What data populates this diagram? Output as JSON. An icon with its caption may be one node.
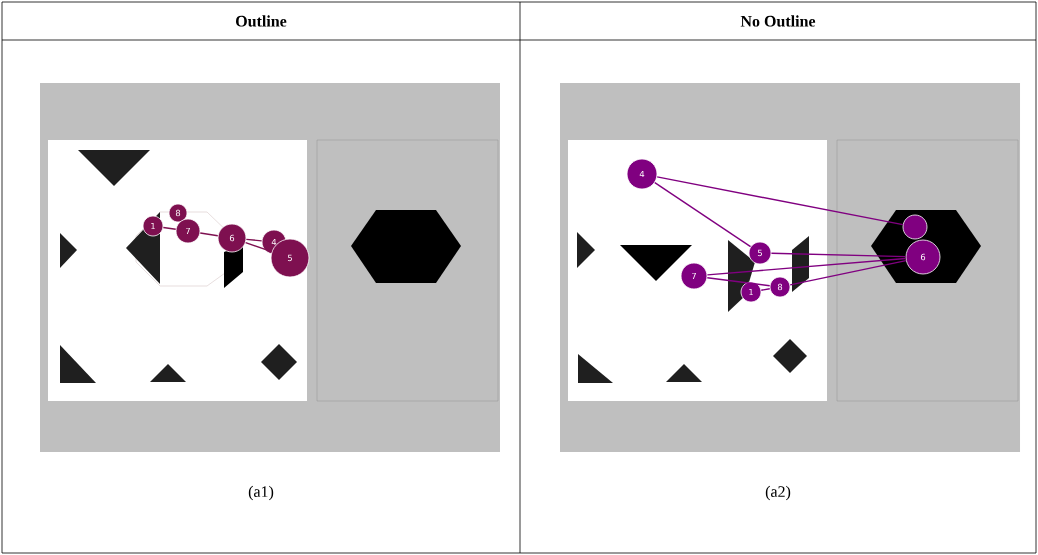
{
  "diagram": {
    "nodes": [
      {
        "text": [
          "1"
        ]
      },
      {
        "text": [
          "8"
        ]
      },
      {
        "text": [
          "7"
        ]
      },
      {
        "text": [
          "6"
        ]
      },
      {
        "text": [
          "4"
        ]
      },
      {
        "text": [
          "5"
        ]
      },
      {
        "text": [
          "4"
        ]
      },
      {
        "text": [],
        "shape": "circle"
      },
      {
        "text": [
          "6"
        ]
      },
      {
        "text": [
          "7"
        ]
      },
      {
        "text": [
          "5"
        ]
      },
      {
        "text": [
          "8"
        ]
      },
      {
        "text": [
          "1"
        ]
      }
    ],
    "edges": [
      {
        "from": 0,
        "to": 2,
        "arrow": "none",
        "color": "#7e1050"
      },
      {
        "from": 2,
        "to": 3,
        "arrow": "none",
        "color": "#7e1050"
      },
      {
        "from": 3,
        "to": 4,
        "arrow": "none",
        "color": "#7e1050"
      },
      {
        "from": 3,
        "to": 5,
        "arrow": "none",
        "color": "#7e1050"
      },
      {
        "from": 6,
        "to": 7,
        "arrow": "none"
      },
      {
        "from": 6,
        "to": 10,
        "arrow": "none"
      },
      {
        "from": 10,
        "to": 8,
        "arrow": "none"
      },
      {
        "from": 9,
        "to": 8,
        "arrow": "none"
      },
      {
        "from": 9,
        "to": 11,
        "arrow": "none"
      },
      {
        "from": 12,
        "to": 11,
        "arrow": "none"
      },
      {
        "from": 11,
        "to": 8,
        "arrow": "none"
      }
    ],
    "labels": [
      "Outline",
      "No Outline",
      "(a1)",
      "(a2)"
    ]
  }
}
